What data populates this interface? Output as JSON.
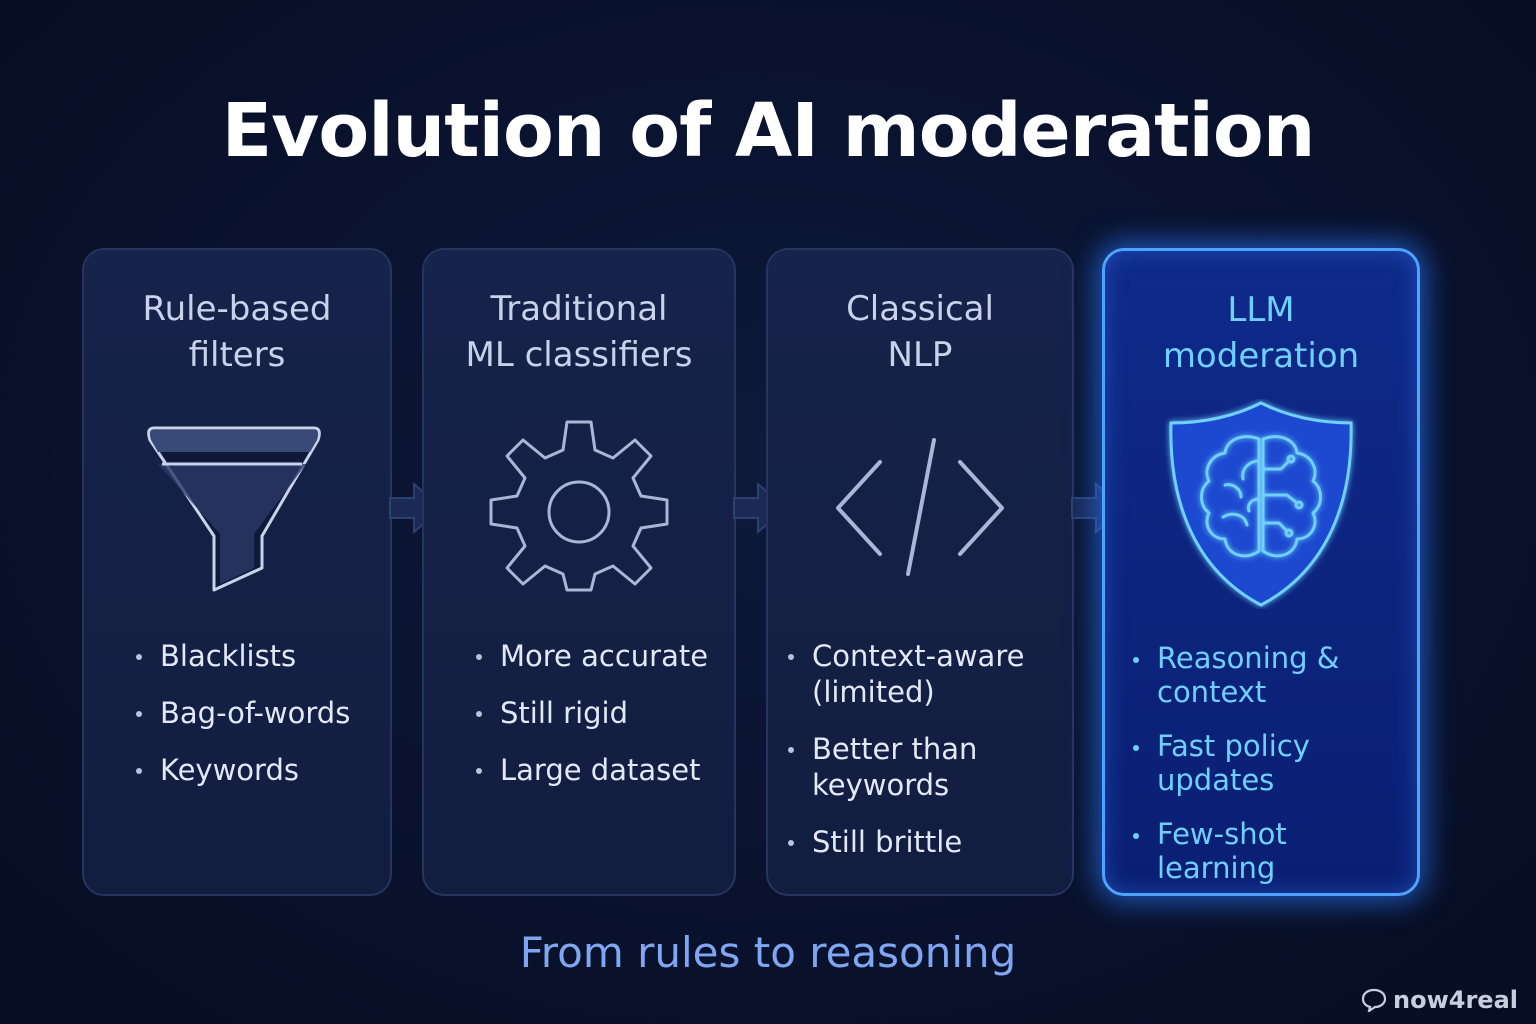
{
  "title": "Evolution of AI moderation",
  "stages": [
    {
      "title_lines": [
        "Rule-based",
        "filters"
      ],
      "icon": "funnel-icon",
      "bullets": [
        "Blacklists",
        "Bag-of-words",
        "Keywords"
      ]
    },
    {
      "title_lines": [
        "Traditional",
        "ML classifiers"
      ],
      "icon": "gear-icon",
      "bullets": [
        "More accurate",
        "Still rigid",
        "Large dataset"
      ]
    },
    {
      "title_lines": [
        "Classical",
        "NLP"
      ],
      "icon": "code-brackets-icon",
      "bullets": [
        "Context-aware (limited)",
        "Better than keywords",
        "Still brittle"
      ]
    },
    {
      "title_lines": [
        "LLM",
        "moderation"
      ],
      "icon": "shield-brain-icon",
      "bullets": [
        "Reasoning & context",
        "Fast policy updates",
        "Few-shot learning"
      ],
      "highlighted": true
    }
  ],
  "footer": "From rules to reasoning",
  "brand": "now4real",
  "colors": {
    "background": "#0a1330",
    "card": "#16234a",
    "highlight_border": "#4fa3ff",
    "highlight_text": "#6fd0ff",
    "footer_text": "#7ea6f2"
  }
}
